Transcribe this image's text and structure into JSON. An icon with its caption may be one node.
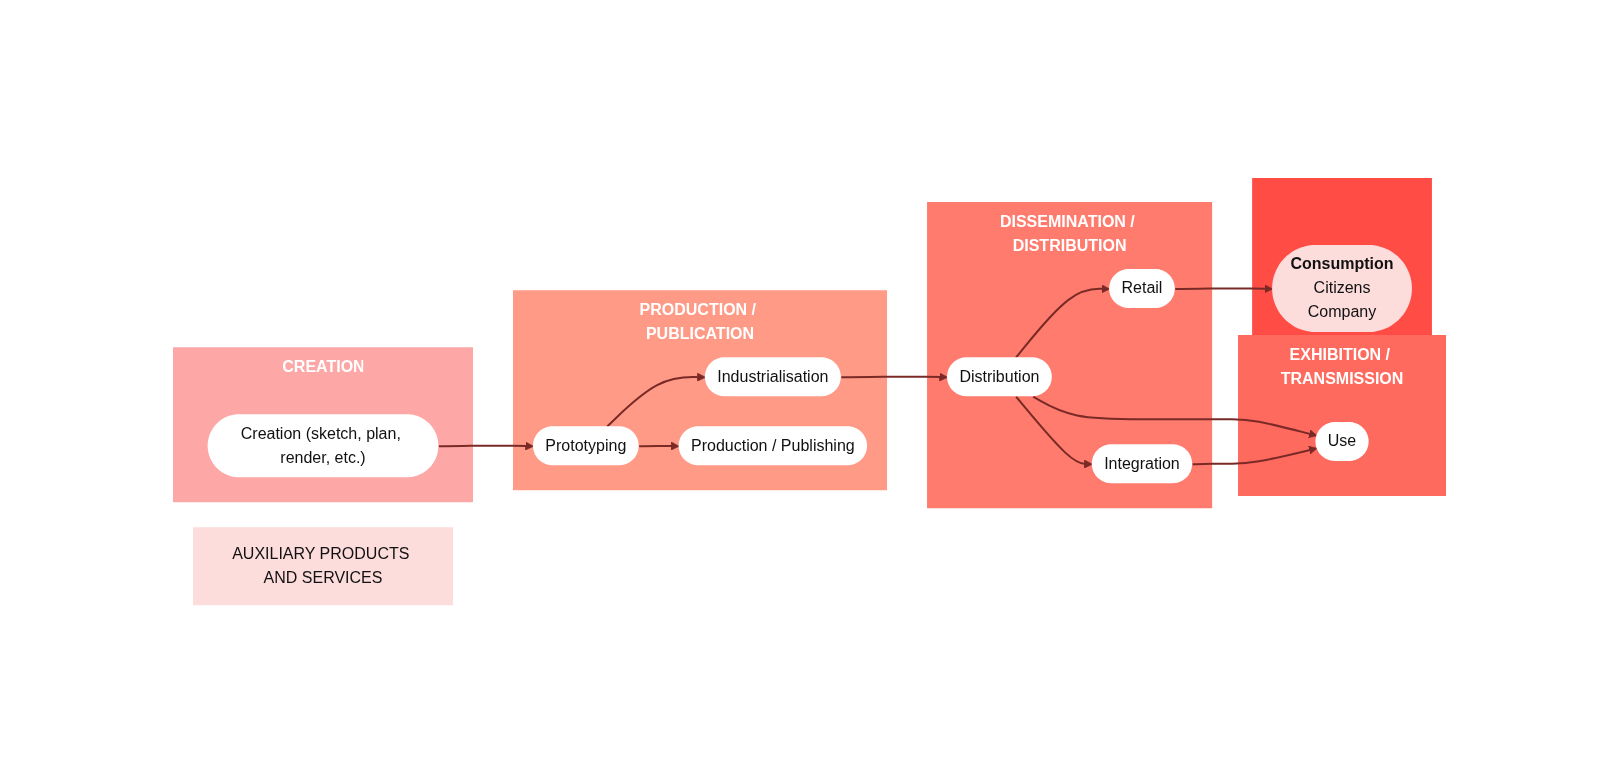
{
  "diagram": {
    "nodes": [
      {
        "text": [
          "AUXILIARY PRODUCTS AND SERVICES"
        ]
      },
      {
        "text": [
          "CREATION"
        ]
      },
      {
        "text": [
          "Creation (sketch, plan, render, etc.)"
        ],
        "in": 1
      },
      {
        "text": [
          "PRODUCTION / PUBLICATION"
        ]
      },
      {
        "text": [
          "Prototyping"
        ],
        "in": 3
      },
      {
        "text": [
          "Industrialisation"
        ],
        "in": 3
      },
      {
        "text": [
          "Production / Publishing"
        ],
        "in": 3
      },
      {
        "text": [
          "DISSEMINATION / DISTRIBUTION"
        ]
      },
      {
        "text": [
          "Distribution"
        ],
        "in": 7
      },
      {
        "text": [
          "Integration"
        ],
        "in": 7
      },
      {
        "text": [
          "Retail"
        ],
        "in": 7
      },
      {
        "text": [
          "EXHIBITION / TRANSMISSION"
        ]
      },
      {
        "text": [
          "Use"
        ],
        "in": 11
      },
      {
        "text": [],
        "shape": "box"
      },
      {
        "text": [
          "Consumption",
          "Citizens",
          "Company"
        ],
        "in": 13
      }
    ],
    "edges": [
      {
        "from": 2,
        "to": 4,
        "arrow": "to"
      },
      {
        "from": 4,
        "to": 5,
        "arrow": "to"
      },
      {
        "from": 4,
        "to": 6,
        "arrow": "to"
      },
      {
        "from": 5,
        "to": 8,
        "arrow": "to"
      },
      {
        "from": 8,
        "to": 9,
        "arrow": "to"
      },
      {
        "from": 8,
        "to": 10,
        "arrow": "to"
      },
      {
        "from": 8,
        "to": 12,
        "arrow": "to"
      },
      {
        "from": 9,
        "to": 12,
        "arrow": "to"
      },
      {
        "from": 10,
        "to": 14,
        "arrow": "to"
      }
    ]
  }
}
